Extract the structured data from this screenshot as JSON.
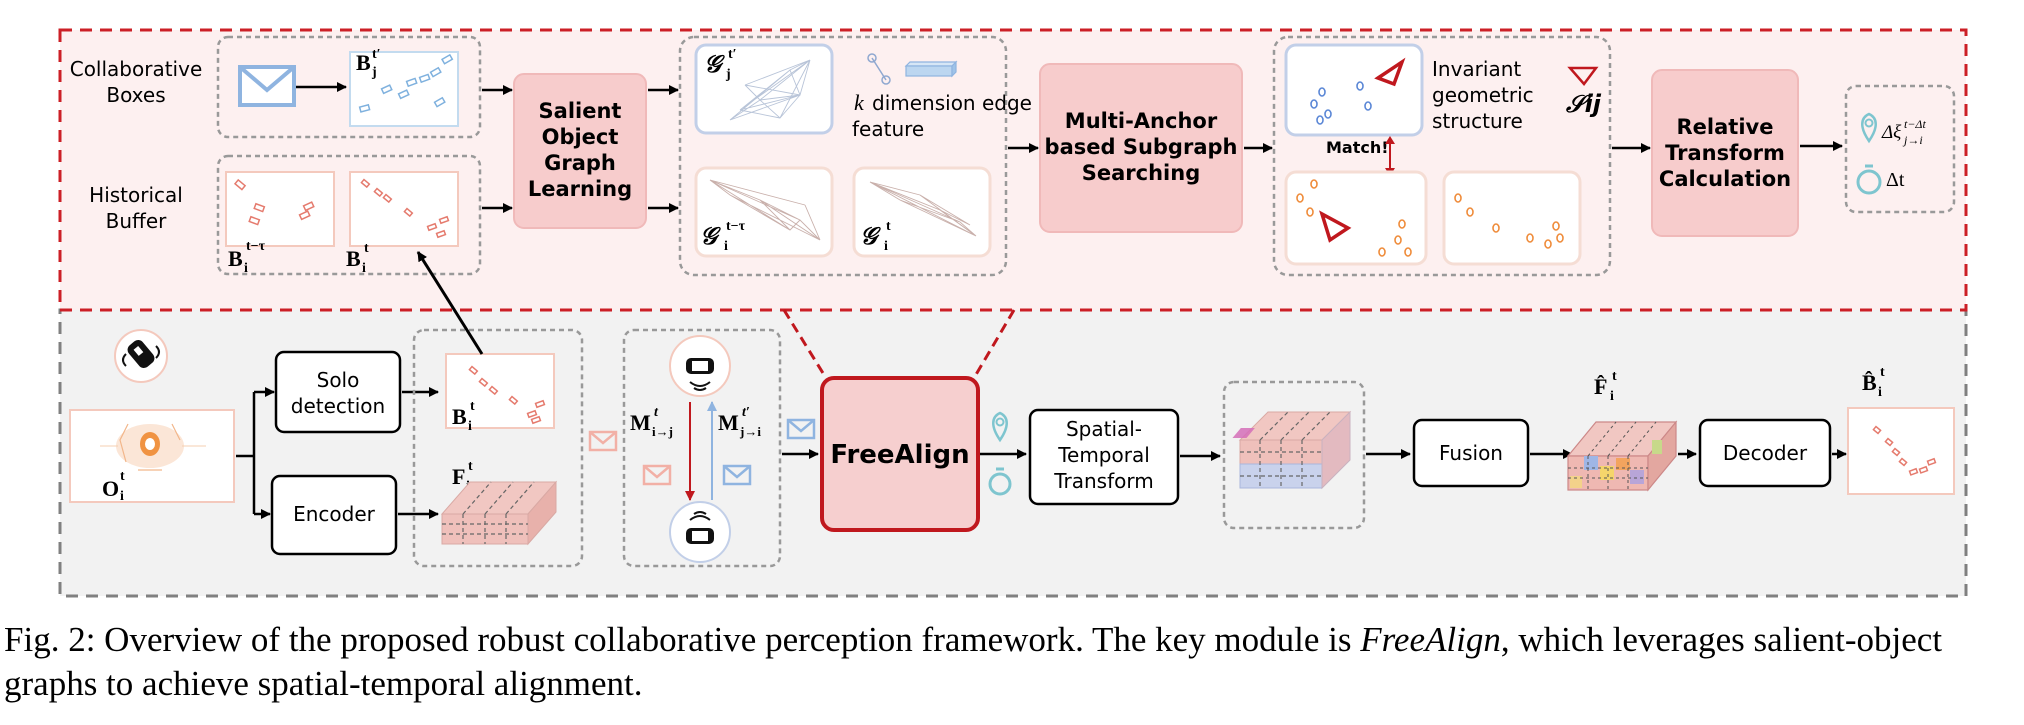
{
  "colors": {
    "top_panel_fill": "#fdf0f0",
    "top_panel_border": "#cc1f26",
    "bottom_panel_fill": "#f2f2f2",
    "bottom_panel_border": "#808080",
    "module_fill": "#f7cccc",
    "freealign_fill": "#f6cfcf",
    "freealign_border": "#c0181e",
    "envelope_blue": "#8fb4e0",
    "envelope_pink": "#f2b0a6",
    "node_blue": "#5b87d6",
    "node_orange": "#ef8c3b",
    "anchor_red": "#c0181e",
    "clock_teal": "#7ec5cf"
  },
  "top": {
    "collab_label_1": "Collaborative",
    "collab_label_2": "Boxes",
    "hist_label_1": "Historical",
    "hist_label_2": "Buffer",
    "sog_label_1": "Salient",
    "sog_label_2": "Object",
    "sog_label_3": "Graph",
    "sog_label_4": "Learning",
    "edge_feat_1": "dimension edge",
    "edge_feat_2": "feature",
    "edge_feat_k": "k",
    "mas_label_1": "Multi-Anchor",
    "mas_label_2": "based Subgraph",
    "mas_label_3": "Searching",
    "invariant_1": "Invariant",
    "invariant_2": "geometric",
    "invariant_3": "structure",
    "match_label": "Match!",
    "s_ij": "𝒮ij",
    "rtc_label_1": "Relative",
    "rtc_label_2": "Transform",
    "rtc_label_3": "Calculation",
    "delta_xi": "Δξ",
    "delta_xi_sup": "t−Δt",
    "delta_xi_sub": "j→i",
    "delta_t": "Δt",
    "b_j_label": "B",
    "b_j_sub": "j",
    "b_j_sup": "t′",
    "b_i_old_label": "B",
    "b_i_old_sub": "i",
    "b_i_old_sup": "t−τ",
    "b_i_label": "B",
    "b_i_sub": "i",
    "b_i_sup": "t",
    "g_j": "𝒢",
    "g_j_sub": "j",
    "g_j_sup": "t′",
    "g_i_old": "𝒢",
    "g_i_old_sub": "i",
    "g_i_old_sup": "t−τ",
    "g_i": "𝒢",
    "g_i_sub": "i",
    "g_i_sup": "t"
  },
  "bottom": {
    "solo_1": "Solo",
    "solo_2": "detection",
    "encoder": "Encoder",
    "o_label": "O",
    "o_sub": "i",
    "o_sup": "t",
    "b_label": "B",
    "b_sub": "i",
    "b_sup": "t",
    "f_label": "F",
    "f_sub": "i",
    "f_sup": "t",
    "m_ij": "M",
    "m_ij_sub": "i→j",
    "m_ij_sup": "t",
    "m_ji": "M",
    "m_ji_sub": "j→i",
    "m_ji_sup": "t′",
    "freealign": "FreeAlign",
    "stt_1": "Spatial-",
    "stt_2": "Temporal",
    "stt_3": "Transform",
    "fusion": "Fusion",
    "decoder": "Decoder",
    "fhat": "F̂",
    "fhat_sub": "i",
    "fhat_sup": "t",
    "bhat": "B̂",
    "bhat_sub": "i",
    "bhat_sup": "t"
  },
  "caption": {
    "prefix": "Fig. 2: Overview of the proposed robust collaborative perception framework. The key module is ",
    "emph": "FreeAlign",
    "suffix": ", which leverages salient-object graphs to achieve spatial-temporal alignment."
  }
}
